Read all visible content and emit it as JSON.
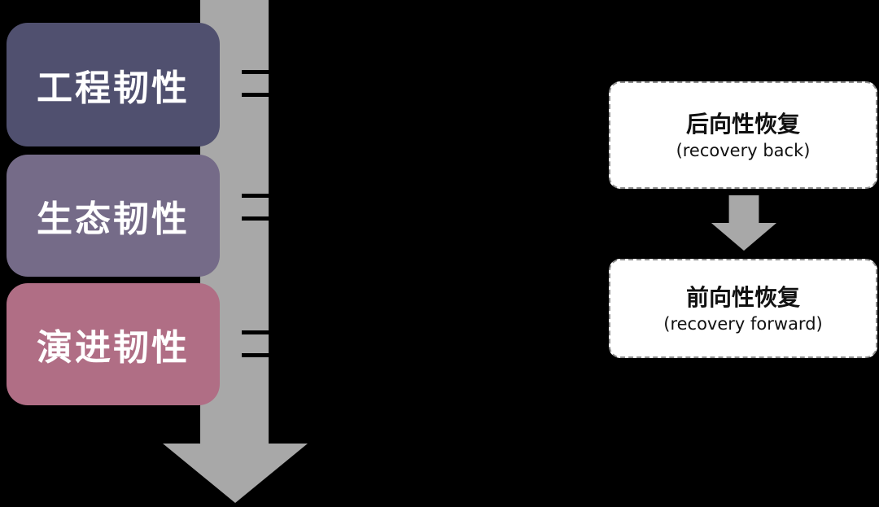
{
  "background_color": "#000000",
  "timeline": {
    "arrow_color": "#a8a8a8",
    "tick_color": "#000000",
    "stages": [
      {
        "label": "工程韧性",
        "color": "#50506f"
      },
      {
        "label": "生态韧性",
        "color": "#756b88"
      },
      {
        "label": "演进韧性",
        "color": "#b06e85"
      }
    ]
  },
  "recovery_flow": {
    "arrow_color": "#a8a8a8",
    "boxes": [
      {
        "title": "后向性恢复",
        "subtitle": "(recovery back)"
      },
      {
        "title": "前向性恢复",
        "subtitle": "(recovery forward)"
      }
    ]
  }
}
